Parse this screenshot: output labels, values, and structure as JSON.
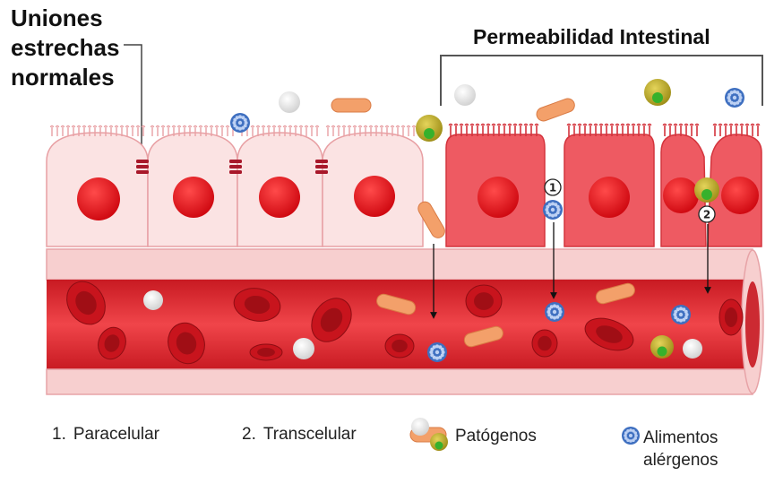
{
  "headings": {
    "tight_junctions": [
      "Uniones",
      "estrechas",
      "normales"
    ],
    "permeability": "Permeabilidad Intestinal"
  },
  "markers": {
    "m1": "1",
    "m2": "2"
  },
  "legend": {
    "paracellular": {
      "number": "1.",
      "label": "Paracelular"
    },
    "transcellular": {
      "number": "2.",
      "label": "Transcelular"
    },
    "pathogens": {
      "label": "Patógenos"
    },
    "allergens": {
      "label_line1": "Alimentos",
      "label_line2": "alérgenos"
    }
  },
  "colors": {
    "healthy_cell": "#fbe3e3",
    "damaged_cell": "#ee5a62",
    "nucleus": "#e8141c",
    "junction": "#a8182a",
    "vessel_wall": "#f7cfcf",
    "blood": "#e0252e",
    "rbc": "#c8141d",
    "pathogen_rod": "#f3a06a",
    "pathogen_round": "#b1a11e",
    "pathogen_white": "#e5e5e5",
    "allergen": "#3e6fc0"
  }
}
